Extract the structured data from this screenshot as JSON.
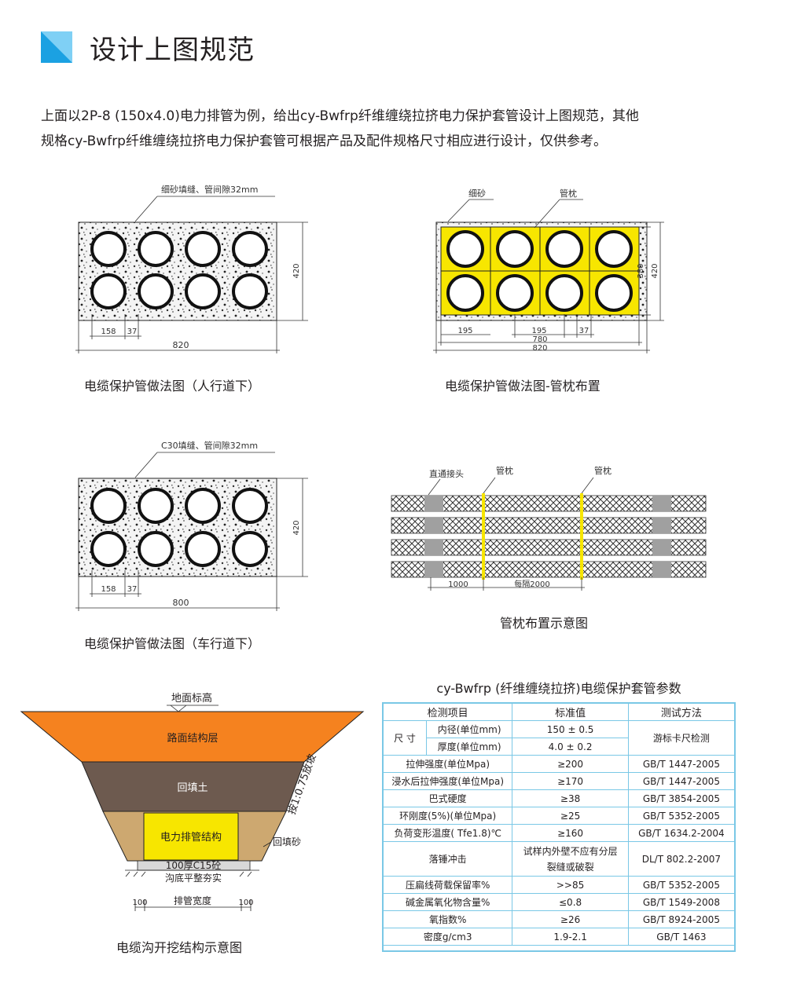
{
  "heading": {
    "title": "设计上图规范"
  },
  "intro": {
    "line1": "上面以2P-8 (150x4.0)电力排管为例，给出cy-Bwfrp纤维缠绕拉挤电力保护套管设计上图规范，其他",
    "line2": "规格cy-Bwfrp纤维缠绕拉挤电力保护套管可根据产品及配件规格尺寸相应进行设计，仅供参考。"
  },
  "fig1": {
    "label": "细砂填缝、管间隙32mm",
    "dim_height": "420",
    "dim_pipe": "158",
    "dim_gap": "37",
    "dim_width": "820",
    "caption": "电缆保护管做法图（人行道下）"
  },
  "fig2": {
    "label_sand": "细砂",
    "label_pillow": "管枕",
    "dim_inner_h": "380",
    "dim_outer_h": "420",
    "dim_195a": "195",
    "dim_195b": "195",
    "dim_gap": "37",
    "dim_inner_w": "780",
    "dim_outer_w": "820",
    "caption": "电缆保护管做法图-管枕布置"
  },
  "fig3": {
    "label": "C30填缝、管间隙32mm",
    "dim_height": "420",
    "dim_pipe": "158",
    "dim_gap": "37",
    "dim_width": "800",
    "caption": "电缆保护管做法图（车行道下）"
  },
  "fig4": {
    "label_joint": "直通接头",
    "label_pillow1": "管枕",
    "label_pillow2": "管枕",
    "dim_1000": "1000",
    "dim_2000": "每隔2000",
    "caption": "管枕布置示意图"
  },
  "fig5": {
    "ground": "地面标高",
    "pavement": "路面结构层",
    "backfill": "回填土",
    "structure": "电力排管结构",
    "slope": "按1:0.75放坡",
    "sand": "回填砂",
    "base": "100厚C15砼",
    "base2": "沟底平整夯实",
    "dim_left": "100",
    "dim_mid": "排管宽度",
    "dim_right": "100",
    "caption": "电缆沟开挖结构示意图"
  },
  "colors": {
    "accent": "#1ba1e2",
    "yellow": "#f7e600",
    "orange": "#f5821f",
    "brown": "#6d5a4f",
    "tan": "#cda870",
    "table_border": "#7ac8e6"
  },
  "table": {
    "title": "cy-Bwfrp (纤维缠绕拉挤)电缆保护套管参数",
    "headers": [
      "检测项目",
      "标准值",
      "测试方法"
    ],
    "size_label": "尺 寸",
    "size_rows": [
      {
        "item": "内径(单位mm)",
        "value": "150 ± 0.5"
      },
      {
        "item": "厚度(单位mm)",
        "value": "4.0 ± 0.2"
      }
    ],
    "size_method": "游标卡尺检测",
    "rows": [
      {
        "item": "拉伸强度(单位Mpa)",
        "value": "≥200",
        "method": "GB/T 1447-2005"
      },
      {
        "item": "浸水后拉伸强度(单位Mpa)",
        "value": "≥170",
        "method": "GB/T 1447-2005"
      },
      {
        "item": "巴式硬度",
        "value": "≥38",
        "method": "GB/T 3854-2005"
      },
      {
        "item": "环刚度(5%)(单位Mpa)",
        "value": "≥25",
        "method": "GB/T 5352-2005"
      },
      {
        "item": "负荷变形温度( Tfe1.8)℃",
        "value": "≥160",
        "method": "GB/T 1634.2-2004"
      }
    ],
    "impact_item": "落锤冲击",
    "impact_value1": "试样内外壁不应有分层",
    "impact_value2": "裂缝或破裂",
    "impact_method": "DL/T 802.2-2007",
    "rows2": [
      {
        "item": "压扁线荷载保留率%",
        "value": ">>85",
        "method": "GB/T 5352-2005"
      },
      {
        "item": "碱金属氧化物含量%",
        "value": "≤0.8",
        "method": "GB/T 1549-2008"
      },
      {
        "item": "氧指数%",
        "value": "≥26",
        "method": "GB/T 8924-2005"
      },
      {
        "item": "密度g/cm3",
        "value": "1.9-2.1",
        "method": "GB/T 1463"
      }
    ]
  }
}
